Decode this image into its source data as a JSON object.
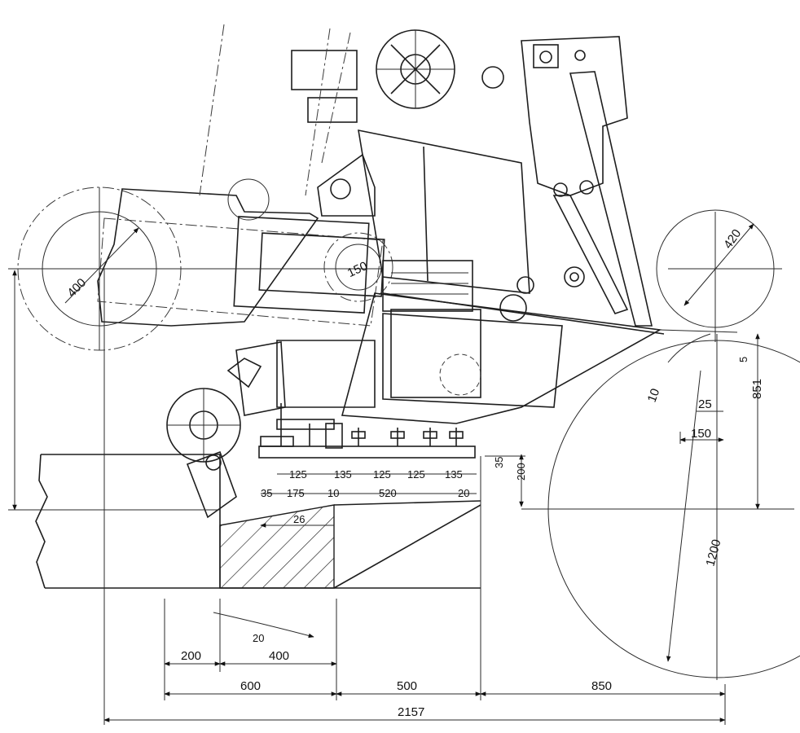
{
  "dimensions": {
    "d400": "400",
    "d150": "150",
    "d420": "420",
    "d851": "851",
    "d5": "5",
    "d10": "10",
    "d25": "25",
    "d150b": "150",
    "d1200": "1200",
    "d200v": "200",
    "d35v": "35",
    "row1": [
      "125",
      "135",
      "125",
      "125",
      "135"
    ],
    "row2": [
      "35",
      "175",
      "10",
      "520",
      "20"
    ],
    "d26": "26",
    "d20deg": "20",
    "b200": "200",
    "b400": "400",
    "b600": "600",
    "b500": "500",
    "b850": "850",
    "b2157": "2157"
  }
}
